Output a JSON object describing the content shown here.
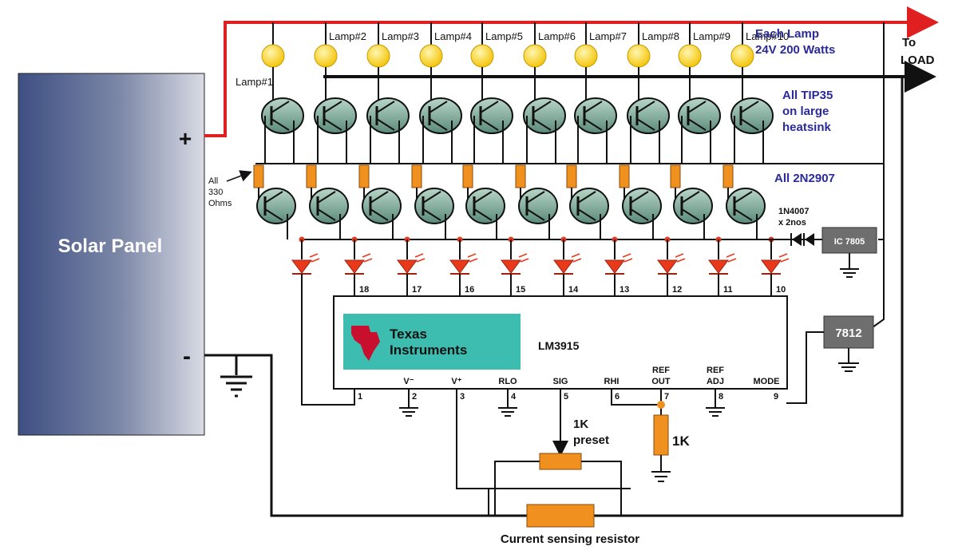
{
  "panel": {
    "label": "Solar Panel",
    "plus": "+",
    "minus": "-"
  },
  "lamps": [
    "Lamp#1",
    "Lamp#2",
    "Lamp#3",
    "Lamp#4",
    "Lamp#5",
    "Lamp#6",
    "Lamp#7",
    "Lamp#8",
    "Lamp#9",
    "Lamp#10"
  ],
  "notes": {
    "lamp_rating_1": "Each Lamp",
    "lamp_rating_2": "24V 200 Watts",
    "tip_1": "All TIP35",
    "tip_2": "on large",
    "tip_3": "heatsink",
    "pnp": "All 2N2907",
    "res_1": "All",
    "res_2": "330",
    "res_3": "Ohms",
    "diode_1": "1N4007",
    "diode_2": "x 2nos",
    "load_1": "To",
    "load_2": "LOAD",
    "preset_1": "1K",
    "preset_2": "preset",
    "ref_res": "1K",
    "sense": "Current sensing resistor"
  },
  "regulators": {
    "r5": "IC 7805",
    "r12": "7812"
  },
  "ic": {
    "brand_1": "Texas",
    "brand_2": "Instruments",
    "part": "LM3915",
    "led_pins": [
      "18",
      "17",
      "16",
      "15",
      "14",
      "13",
      "12",
      "11",
      "10"
    ],
    "bottom_pins": [
      "1",
      "2",
      "3",
      "4",
      "5",
      "6",
      "7",
      "8",
      "9"
    ],
    "pin_names": {
      "vminus": "V⁻",
      "vplus": "V⁺",
      "rlo": "RLO",
      "sig": "SIG",
      "rhi": "RHI",
      "refout_1": "REF",
      "refout_2": "OUT",
      "refadj_1": "REF",
      "refadj_2": "ADJ",
      "mode": "MODE"
    }
  },
  "colors": {
    "supply_wire": "#e02020",
    "wire": "#111111",
    "resistor": "#f0901e",
    "led": "#e83a1a",
    "transistor": "#5a8a7a",
    "lamp": "#f3c200",
    "ti_box": "#3dbdb0",
    "regulator": "#6e6e6e",
    "panel_dark": "#3d4f82"
  }
}
